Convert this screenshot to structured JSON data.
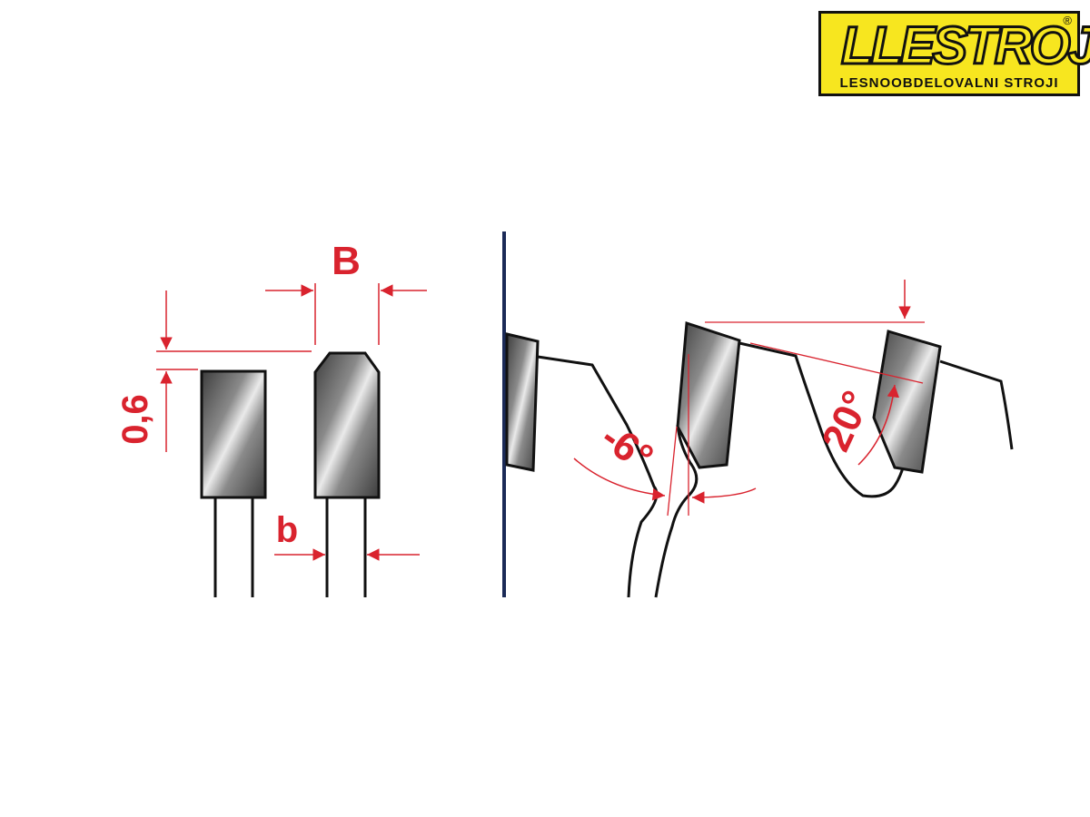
{
  "logo": {
    "wordmark": "LLESTROJ",
    "tagline": "LESNOOBDELOVALNI STROJI",
    "registered": "®"
  },
  "labels": {
    "B": "B",
    "b": "b",
    "overhang": "0,6",
    "hook_angle": "-6°",
    "clearance_angle": "20°"
  },
  "colors": {
    "dimension": "#d9232e",
    "line": "#111111",
    "blade_edge": "#1b2a57",
    "logo_yellow": "#f7e61f"
  }
}
